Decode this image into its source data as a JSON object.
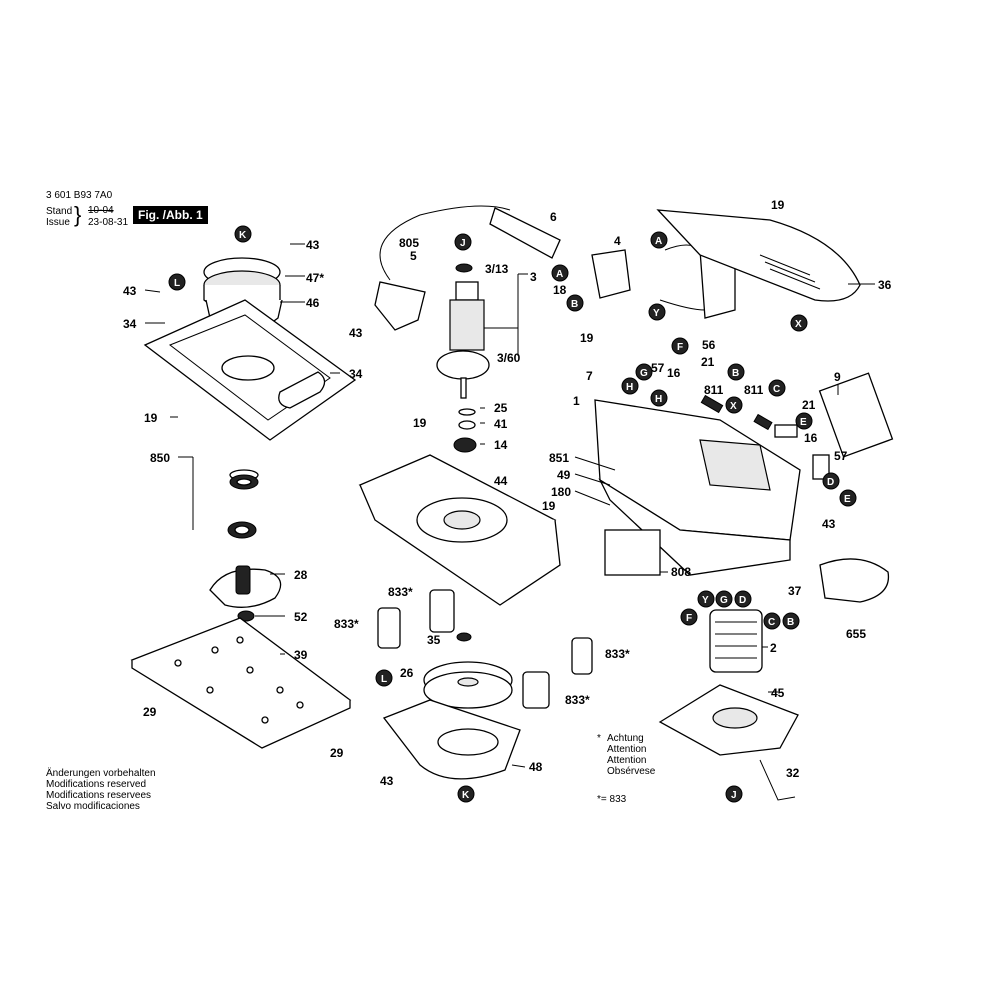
{
  "header": {
    "part_number": "3 601 B93 7A0",
    "stand_label": "Stand",
    "issue_label": "Issue",
    "date_old": "10-04",
    "date_new": "23-08-31",
    "figure_label": "Fig. /Abb. 1"
  },
  "footer_notes": [
    "Änderungen vorbehalten",
    "Modifications reserved",
    "Modifications reservees",
    "Salvo modificaciones"
  ],
  "legend": {
    "star": "*",
    "lines": [
      "Achtung",
      "Attention",
      "Attention",
      "Obsérvese"
    ],
    "equivalence": "*= 833"
  },
  "labels": {
    "l43a": "43",
    "l47": "47*",
    "l46": "46",
    "l43b": "43",
    "l34a": "34",
    "l43c": "43",
    "l34b": "34",
    "l19a": "19",
    "l850": "850",
    "l28": "28",
    "l52": "52",
    "l39": "39",
    "l29a": "29",
    "l29b": "29",
    "l805": "805",
    "l5": "5",
    "l6": "6",
    "l313": "3/13",
    "l3": "3",
    "l360": "3/60",
    "l25": "25",
    "l41": "41",
    "l14": "14",
    "l19b": "19",
    "l44": "44",
    "l19c": "19",
    "l833a": "833*",
    "l833b": "833*",
    "l833c": "833*",
    "l833d": "833*",
    "l35": "35",
    "l26": "26",
    "l43d": "43",
    "l48": "48",
    "l4": "4",
    "l18": "18",
    "l19d": "19",
    "l57a": "57",
    "l7": "7",
    "l16a": "16",
    "l21a": "21",
    "l56": "56",
    "l811a": "811",
    "l811b": "811",
    "l21b": "21",
    "l16b": "16",
    "l1": "1",
    "l851": "851",
    "l49": "49",
    "l180": "180",
    "l19e": "19",
    "l36": "36",
    "l9": "9",
    "l57b": "57",
    "l43e": "43",
    "l808": "808",
    "l37": "37",
    "l655": "655",
    "l2": "2",
    "l45": "45",
    "l32": "32"
  },
  "circles": {
    "K1": "K",
    "L1": "L",
    "J1": "J",
    "A1": "A",
    "A2": "A",
    "B1": "B",
    "Y1": "Y",
    "F1": "F",
    "G1": "G",
    "H1": "H",
    "H2": "H",
    "B2": "B",
    "C1": "C",
    "X1": "X",
    "X2": "X",
    "E1": "E",
    "E2": "E",
    "D1": "D",
    "Y2": "Y",
    "G2": "G",
    "D2": "D",
    "F2": "F",
    "C2": "C",
    "B3": "B",
    "L2": "L",
    "K2": "K",
    "J2": "J"
  }
}
